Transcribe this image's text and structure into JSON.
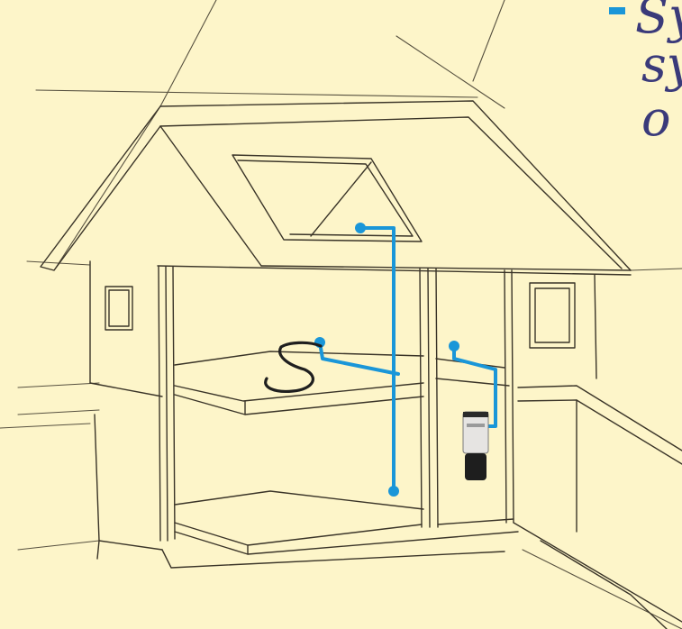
{
  "colors": {
    "background": "#fdf5c9",
    "sketch_line": "#3a3428",
    "pipe": "#1a96d8",
    "handwriting": "#3a3a7a"
  },
  "handwriting": {
    "line1": "Sy",
    "line2": "sy",
    "line3": "o"
  },
  "icons": [
    "vacuum-hose-icon",
    "central-vacuum-unit-icon",
    "inlet-valve-icon"
  ]
}
